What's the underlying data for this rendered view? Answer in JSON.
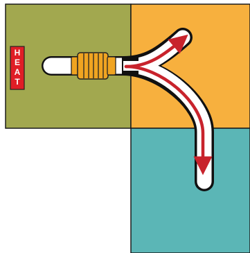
{
  "label": {
    "heat": "HEAT"
  },
  "colors": {
    "olive_panel": "#a2a84f",
    "orange_panel": "#f7b03e",
    "teal_panel": "#5bb6b6",
    "label_red": "#e01e26",
    "arrow_red": "#c8232c",
    "connector_gold": "#f0a421",
    "tube_black": "#111111",
    "tube_white": "#ffffff",
    "border": "#1a1a1a"
  },
  "icons": {
    "panels": "three-quadrant-panel",
    "pipe": "pipe-with-coupler",
    "junction": "y-splitter",
    "arrows": "flow-arrows"
  }
}
